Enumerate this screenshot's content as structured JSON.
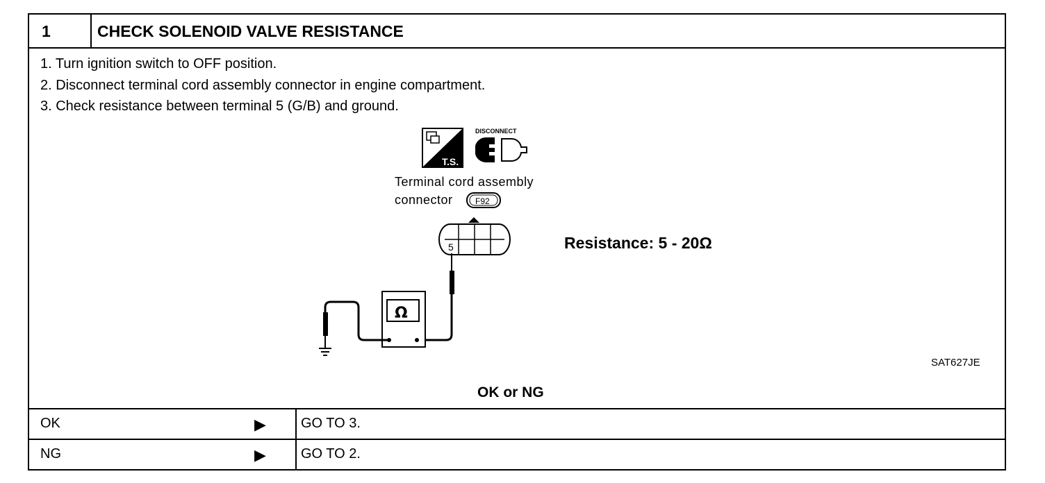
{
  "header": {
    "step_number": "1",
    "title": "CHECK SOLENOID VALVE RESISTANCE"
  },
  "procedure": {
    "steps": [
      "1.  Turn ignition switch to OFF position.",
      "2.  Disconnect terminal cord assembly connector in engine compartment.",
      "3.  Check resistance between terminal 5 (G/B) and ground."
    ]
  },
  "figure": {
    "ts_badge": "T.S.",
    "disconnect_label": "DISCONNECT",
    "connector_label_line1": "Terminal cord assembly",
    "connector_label_line2": "connector",
    "connector_code": "F92",
    "terminal_number": "5",
    "ohm_symbol": "Ω",
    "resistance_spec": "Resistance: 5 - 20Ω",
    "figure_id": "SAT627JE"
  },
  "result": {
    "question": "OK or NG",
    "rows": [
      {
        "condition": "OK",
        "action": "GO TO 3."
      },
      {
        "condition": "NG",
        "action": "GO TO 2."
      }
    ]
  }
}
